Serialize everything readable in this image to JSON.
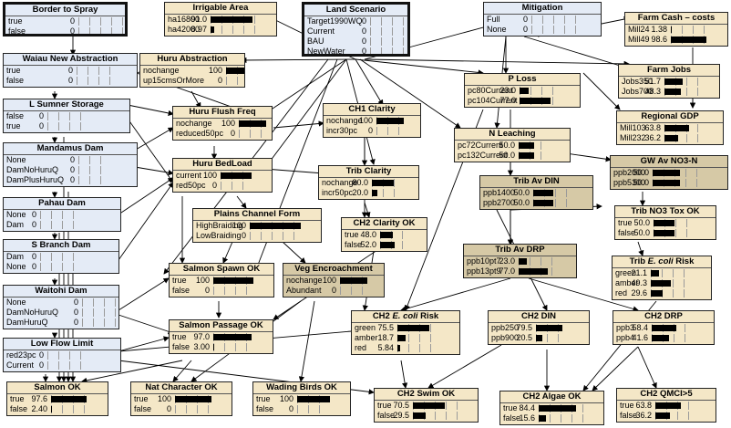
{
  "nodes": [
    {
      "id": "border",
      "title": "Border to Spray",
      "style": "blue",
      "bold": true,
      "states": [
        {
          "label": "true",
          "value": "0",
          "p": 0
        },
        {
          "label": "false",
          "value": "0",
          "p": 0
        }
      ]
    },
    {
      "id": "irrigable",
      "title": "Irrigable Area",
      "style": "tan",
      "states": [
        {
          "label": "ha16800",
          "value": "91.0",
          "p": 91.0
        },
        {
          "label": "ha42000",
          "value": "8.97",
          "p": 8.97
        }
      ]
    },
    {
      "id": "landscen",
      "title": "Land Scenario",
      "style": "blue",
      "bold": true,
      "states": [
        {
          "label": "Target1990WQ",
          "value": "0",
          "p": 0
        },
        {
          "label": "Current",
          "value": "0",
          "p": 0
        },
        {
          "label": "BAU",
          "value": "0",
          "p": 0
        },
        {
          "label": "NewWater",
          "value": "0",
          "p": 0
        }
      ]
    },
    {
      "id": "mitigation",
      "title": "Mitigation",
      "style": "blue",
      "states": [
        {
          "label": "Full",
          "value": "0",
          "p": 0
        },
        {
          "label": "None",
          "value": "0",
          "p": 0
        }
      ]
    },
    {
      "id": "farmcash",
      "title": "Farm Cash – costs",
      "style": "tan",
      "states": [
        {
          "label": "Mill24",
          "value": "1.38",
          "p": 1.38
        },
        {
          "label": "Mill49",
          "value": "98.6",
          "p": 98.6
        }
      ]
    },
    {
      "id": "waiau",
      "title": "Waiau New Abstraction",
      "style": "blue",
      "states": [
        {
          "label": "true",
          "value": "0",
          "p": 0
        },
        {
          "label": "false",
          "value": "0",
          "p": 0
        }
      ]
    },
    {
      "id": "huruabs",
      "title": "Huru Abstraction",
      "style": "tan",
      "states": [
        {
          "label": "nochange",
          "value": "100",
          "p": 100
        },
        {
          "label": "up15cmsOrMore",
          "value": "0",
          "p": 0
        }
      ]
    },
    {
      "id": "farmjobs",
      "title": "Farm Jobs",
      "style": "tan",
      "states": [
        {
          "label": "Jobs350",
          "value": "51.7",
          "p": 51.7
        },
        {
          "label": "Jobs700",
          "value": "48.3",
          "p": 48.3
        }
      ]
    },
    {
      "id": "ploss",
      "title": "P Loss",
      "style": "tan",
      "states": [
        {
          "label": "pc80Current",
          "value": "23.0",
          "p": 23.0
        },
        {
          "label": "pc104Current",
          "value": "77.0",
          "p": 77.0
        }
      ]
    },
    {
      "id": "lsumner",
      "title": "L Sumner Storage",
      "style": "blue",
      "states": [
        {
          "label": "false",
          "value": "0",
          "p": 0
        },
        {
          "label": "true",
          "value": "0",
          "p": 0
        }
      ]
    },
    {
      "id": "hurufl",
      "title": "Huru Flush Freq",
      "style": "tan",
      "states": [
        {
          "label": "nochange",
          "value": "100",
          "p": 100
        },
        {
          "label": "reduced50pc",
          "value": "0",
          "p": 0
        }
      ]
    },
    {
      "id": "ch1",
      "title": "CH1 Clarity",
      "style": "tan",
      "states": [
        {
          "label": "nochange",
          "value": "100",
          "p": 100
        },
        {
          "label": "incr30pc",
          "value": "0",
          "p": 0
        }
      ]
    },
    {
      "id": "gdp",
      "title": "Regional GDP",
      "style": "tan",
      "states": [
        {
          "label": "Mill103",
          "value": "63.8",
          "p": 63.8
        },
        {
          "label": "Mill232",
          "value": "36.2",
          "p": 36.2
        }
      ]
    },
    {
      "id": "nleach",
      "title": "N Leaching",
      "style": "tan",
      "states": [
        {
          "label": "pc72Current",
          "value": "50.0",
          "p": 50.0
        },
        {
          "label": "pc132Current",
          "value": "50.0",
          "p": 50.0
        }
      ]
    },
    {
      "id": "mandamus",
      "title": "Mandamus Dam",
      "style": "blue",
      "states": [
        {
          "label": "None",
          "value": "0",
          "p": 0
        },
        {
          "label": "DamNoHuruQ",
          "value": "0",
          "p": 0
        },
        {
          "label": "DamPlusHuruQ",
          "value": "0",
          "p": 0
        }
      ]
    },
    {
      "id": "gwno3",
      "title": "GW Av NO3-N",
      "style": "dark",
      "states": [
        {
          "label": "ppb2000",
          "value": "50.0",
          "p": 50.0
        },
        {
          "label": "ppb5300",
          "value": "50.0",
          "p": 50.0
        }
      ]
    },
    {
      "id": "hurubed",
      "title": "Huru BedLoad",
      "style": "tan",
      "states": [
        {
          "label": "current",
          "value": "100",
          "p": 100
        },
        {
          "label": "red50pc",
          "value": "0",
          "p": 0
        }
      ]
    },
    {
      "id": "tribclar",
      "title": "Trib Clarity",
      "style": "tan",
      "states": [
        {
          "label": "nochange",
          "value": "80.0",
          "p": 80.0
        },
        {
          "label": "incr50pc",
          "value": "20.0",
          "p": 20.0
        }
      ]
    },
    {
      "id": "tribdin",
      "title": "Trib Av DIN",
      "style": "dark",
      "states": [
        {
          "label": "ppb1400",
          "value": "50.0",
          "p": 50.0
        },
        {
          "label": "ppb2700",
          "value": "50.0",
          "p": 50.0
        }
      ]
    },
    {
      "id": "pahau",
      "title": "Pahau Dam",
      "style": "blue",
      "states": [
        {
          "label": "None",
          "value": "0",
          "p": 0
        },
        {
          "label": "Dam",
          "value": "0",
          "p": 0
        }
      ]
    },
    {
      "id": "plains",
      "title": "Plains Channel Form",
      "style": "tan",
      "states": [
        {
          "label": "HighBraiding",
          "value": "100",
          "p": 100
        },
        {
          "label": "LowBraiding",
          "value": "0",
          "p": 0
        }
      ]
    },
    {
      "id": "tribno3",
      "title": "Trib NO3 Tox OK",
      "style": "tan",
      "states": [
        {
          "label": "true",
          "value": "50.0",
          "p": 50.0
        },
        {
          "label": "false",
          "value": "50.0",
          "p": 50.0
        }
      ]
    },
    {
      "id": "ch2clar",
      "title": "CH2 Clarity OK",
      "style": "tan",
      "states": [
        {
          "label": "true",
          "value": "48.0",
          "p": 48.0
        },
        {
          "label": "false",
          "value": "52.0",
          "p": 52.0
        }
      ]
    },
    {
      "id": "sbranch",
      "title": "S Branch Dam",
      "style": "blue",
      "states": [
        {
          "label": "Dam",
          "value": "0",
          "p": 0
        },
        {
          "label": "None",
          "value": "0",
          "p": 0
        }
      ]
    },
    {
      "id": "tribdrp",
      "title": "Trib Av DRP",
      "style": "dark",
      "states": [
        {
          "label": "ppb10pt7",
          "value": "23.0",
          "p": 23.0
        },
        {
          "label": "ppb13pt9",
          "value": "77.0",
          "p": 77.0
        }
      ]
    },
    {
      "id": "tribecoli",
      "title": "Trib |E. coli| Risk",
      "style": "tan",
      "states": [
        {
          "label": "green",
          "value": "21.1",
          "p": 21.1
        },
        {
          "label": "amber",
          "value": "49.3",
          "p": 49.3
        },
        {
          "label": "red",
          "value": "29.6",
          "p": 29.6
        }
      ]
    },
    {
      "id": "salspawn",
      "title": "Salmon Spawn OK",
      "style": "tan",
      "states": [
        {
          "label": "true",
          "value": "100",
          "p": 100
        },
        {
          "label": "false",
          "value": "0",
          "p": 0
        }
      ]
    },
    {
      "id": "veg",
      "title": "Veg Encroachment",
      "style": "dark",
      "states": [
        {
          "label": "nochange",
          "value": "100",
          "p": 100
        },
        {
          "label": "Abundant",
          "value": "0",
          "p": 0
        }
      ]
    },
    {
      "id": "waitohi",
      "title": "Waitohi Dam",
      "style": "blue",
      "states": [
        {
          "label": "None",
          "value": "0",
          "p": 0
        },
        {
          "label": "DamNoHuruQ",
          "value": "0",
          "p": 0
        },
        {
          "label": "DamHuruQ",
          "value": "0",
          "p": 0
        }
      ]
    },
    {
      "id": "ch2ecoli",
      "title": "CH2 |E. coli| Risk",
      "style": "tan",
      "states": [
        {
          "label": "green",
          "value": "75.5",
          "p": 75.5
        },
        {
          "label": "amber",
          "value": "18.7",
          "p": 18.7
        },
        {
          "label": "red",
          "value": "5.84",
          "p": 5.84
        }
      ]
    },
    {
      "id": "ch2din",
      "title": "CH2 DIN",
      "style": "tan",
      "states": [
        {
          "label": "ppb250",
          "value": "79.5",
          "p": 79.5
        },
        {
          "label": "ppb900",
          "value": "20.5",
          "p": 20.5
        }
      ]
    },
    {
      "id": "ch2drp",
      "title": "CH2 DRP",
      "style": "tan",
      "states": [
        {
          "label": "ppb3",
          "value": "58.4",
          "p": 58.4
        },
        {
          "label": "ppb4",
          "value": "41.6",
          "p": 41.6
        }
      ]
    },
    {
      "id": "salpass",
      "title": "Salmon Passage OK",
      "style": "tan",
      "states": [
        {
          "label": "true",
          "value": "97.0",
          "p": 97.0
        },
        {
          "label": "false",
          "value": "3.00",
          "p": 3.0
        }
      ]
    },
    {
      "id": "lowflow",
      "title": "Low Flow Limit",
      "style": "blue",
      "states": [
        {
          "label": "red23pc",
          "value": "0",
          "p": 0
        },
        {
          "label": "Current",
          "value": "0",
          "p": 0
        }
      ]
    },
    {
      "id": "salmonok",
      "title": "Salmon OK",
      "style": "tan",
      "states": [
        {
          "label": "true",
          "value": "97.6",
          "p": 97.6
        },
        {
          "label": "false",
          "value": "2.40",
          "p": 2.4
        }
      ]
    },
    {
      "id": "natchar",
      "title": "Nat Character OK",
      "style": "tan",
      "states": [
        {
          "label": "true",
          "value": "100",
          "p": 100
        },
        {
          "label": "false",
          "value": "0",
          "p": 0
        }
      ]
    },
    {
      "id": "wading",
      "title": "Wading Birds OK",
      "style": "tan",
      "states": [
        {
          "label": "true",
          "value": "100",
          "p": 100
        },
        {
          "label": "false",
          "value": "0",
          "p": 0
        }
      ]
    },
    {
      "id": "ch2swim",
      "title": "CH2 Swim OK",
      "style": "tan",
      "states": [
        {
          "label": "true",
          "value": "70.5",
          "p": 70.5
        },
        {
          "label": "false",
          "value": "29.5",
          "p": 29.5
        }
      ]
    },
    {
      "id": "ch2algae",
      "title": "CH2 Algae OK",
      "style": "tan",
      "states": [
        {
          "label": "true",
          "value": "84.4",
          "p": 84.4
        },
        {
          "label": "false",
          "value": "15.6",
          "p": 15.6
        }
      ]
    },
    {
      "id": "ch2qmci",
      "title": "CH2 QMCI>5",
      "style": "tan",
      "states": [
        {
          "label": "true",
          "value": "63.8",
          "p": 63.8
        },
        {
          "label": "false",
          "value": "36.2",
          "p": 36.2
        }
      ]
    }
  ]
}
